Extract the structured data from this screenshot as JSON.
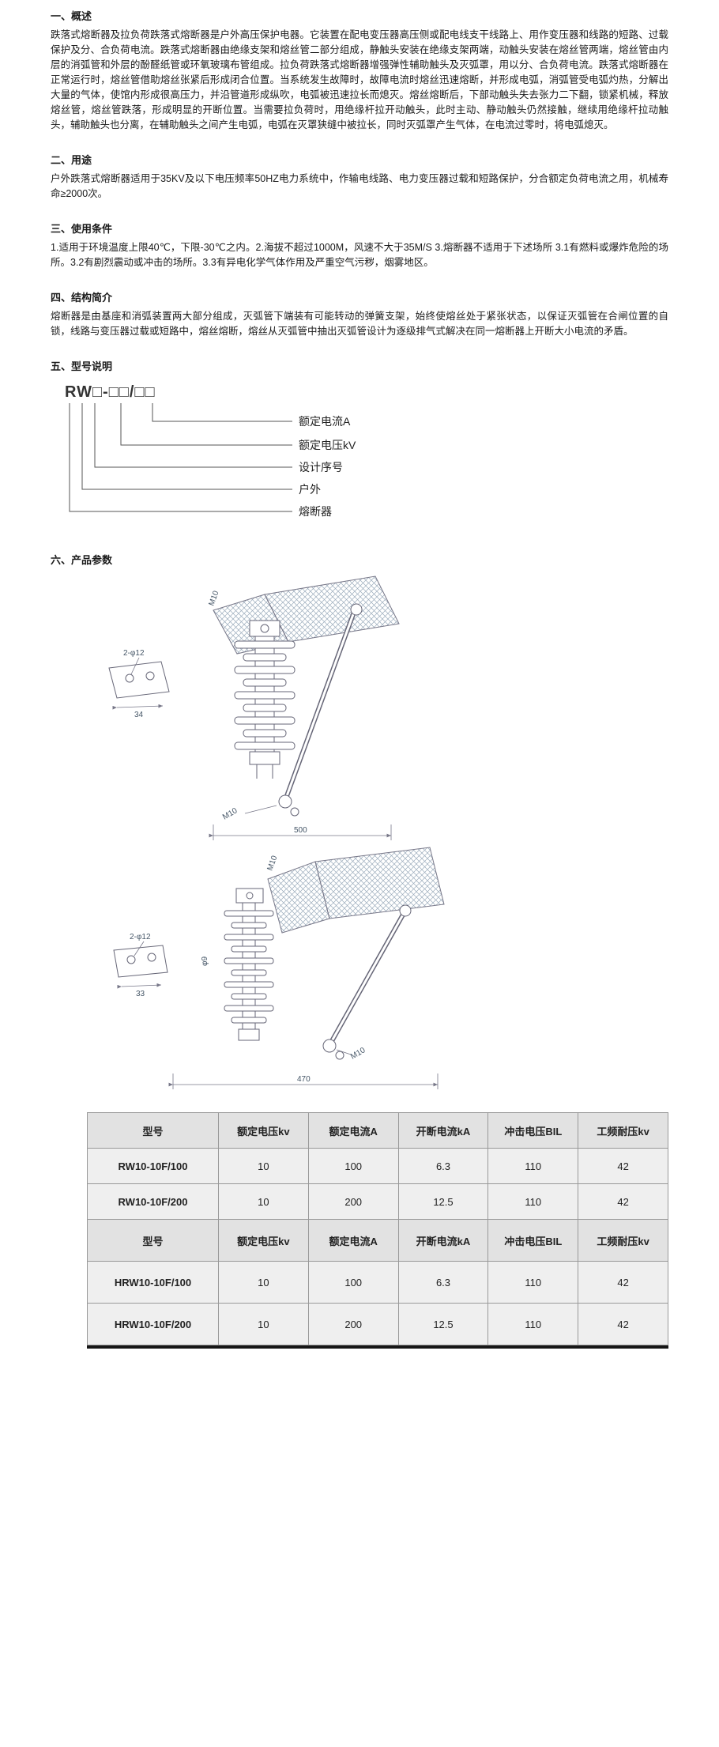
{
  "sections": {
    "overview": {
      "heading": "一、概述",
      "body": "跌落式熔断器及拉负荷跌落式熔断器是户外高压保护电器。它装置在配电变压器高压侧或配电线支干线路上、用作变压器和线路的短路、过载保护及分、合负荷电流。跌落式熔断器由绝缘支架和熔丝管二部分组成，静触头安装在绝缘支架两端，动触头安装在熔丝管两端，熔丝管由内层的消弧管和外层的酚醛纸管或环氧玻璃布管组成。拉负荷跌落式熔断器增强弹性辅助触头及灭弧罩，用以分、合负荷电流。跌落式熔断器在正常运行时，熔丝管借助熔丝张紧后形成闭合位置。当系统发生故障时，故障电流时熔丝迅速熔断，并形成电弧，消弧管受电弧灼热，分解出大量的气体，使馆内形成很高压力，并沿管道形成纵吹，电弧被迅速拉长而熄灭。熔丝熔断后，下部动触头失去张力二下翻，锁紧机械，释放熔丝管，熔丝管跌落，形成明显的开断位置。当需要拉负荷时，用绝缘杆拉开动触头，此时主动、静动触头仍然接触，继续用绝缘杆拉动触头，辅助触头也分离，在辅助触头之间产生电弧，电弧在灭罩狭缝中被拉长，同时灭弧罩产生气体，在电流过零时，将电弧熄灭。"
    },
    "usage": {
      "heading": "二、用途",
      "body": "户外跌落式熔断器适用于35KV及以下电压频率50HZ电力系统中，作输电线路、电力变压器过载和短路保护，分合额定负荷电流之用，机械寿命≥2000次。"
    },
    "conditions": {
      "heading": "三、使用条件",
      "body": "1.适用于环境温度上限40℃，下限-30℃之内。2.海拔不超过1000M，风速不大于35M/S 3.熔断器不适用于下述场所 3.1有燃料或爆炸危险的场所。3.2有剧烈震动或冲击的场所。3.3有异电化学气体作用及严重空气污秽，烟雾地区。"
    },
    "structure": {
      "heading": "四、结构简介",
      "body": "熔断器是由基座和消弧装置两大部分组成，灭弧管下端装有可能转动的弹簧支架，始终使熔丝处于紧张状态，以保证灭弧管在合闸位置的自锁，线路与变压器过载或短路中，熔丝熔断，熔丝从灭弧管中抽出灭弧管设计为逐级排气式解决在同一熔断器上开断大小电流的矛盾。"
    },
    "model": {
      "heading": "五、型号说明"
    },
    "params": {
      "heading": "六、产品参数"
    }
  },
  "model_spec": {
    "code": "RW□-□□/□□",
    "labels": [
      "额定电流A",
      "额定电压kV",
      "设计序号",
      "户外",
      "熔断器"
    ]
  },
  "drawings": {
    "top": {
      "bolt_label": "M10",
      "bolt_label_lower": "M10",
      "holes_label": "2-φ12",
      "plate_dim": "34",
      "overall_dim": "500"
    },
    "bottom": {
      "bolt_label": "M10",
      "holes_label": "2-φ12",
      "plate_dim": "33",
      "core_dim": "φ9",
      "overall_dim": "470"
    }
  },
  "tables": [
    {
      "headers": [
        "型号",
        "额定电压kv",
        "额定电流A",
        "开断电流kA",
        "冲击电压BIL",
        "工频耐压kv"
      ],
      "rows": [
        [
          "RW10-10F/100",
          "10",
          "100",
          "6.3",
          "110",
          "42"
        ],
        [
          "RW10-10F/200",
          "10",
          "200",
          "12.5",
          "110",
          "42"
        ]
      ]
    },
    {
      "headers": [
        "型号",
        "额定电压kv",
        "额定电流A",
        "开断电流kA",
        "冲击电压BIL",
        "工频耐压kv"
      ],
      "rows": [
        [
          "HRW10-10F/100",
          "10",
          "100",
          "6.3",
          "110",
          "42"
        ],
        [
          "HRW10-10F/200",
          "10",
          "200",
          "12.5",
          "110",
          "42"
        ]
      ]
    }
  ]
}
